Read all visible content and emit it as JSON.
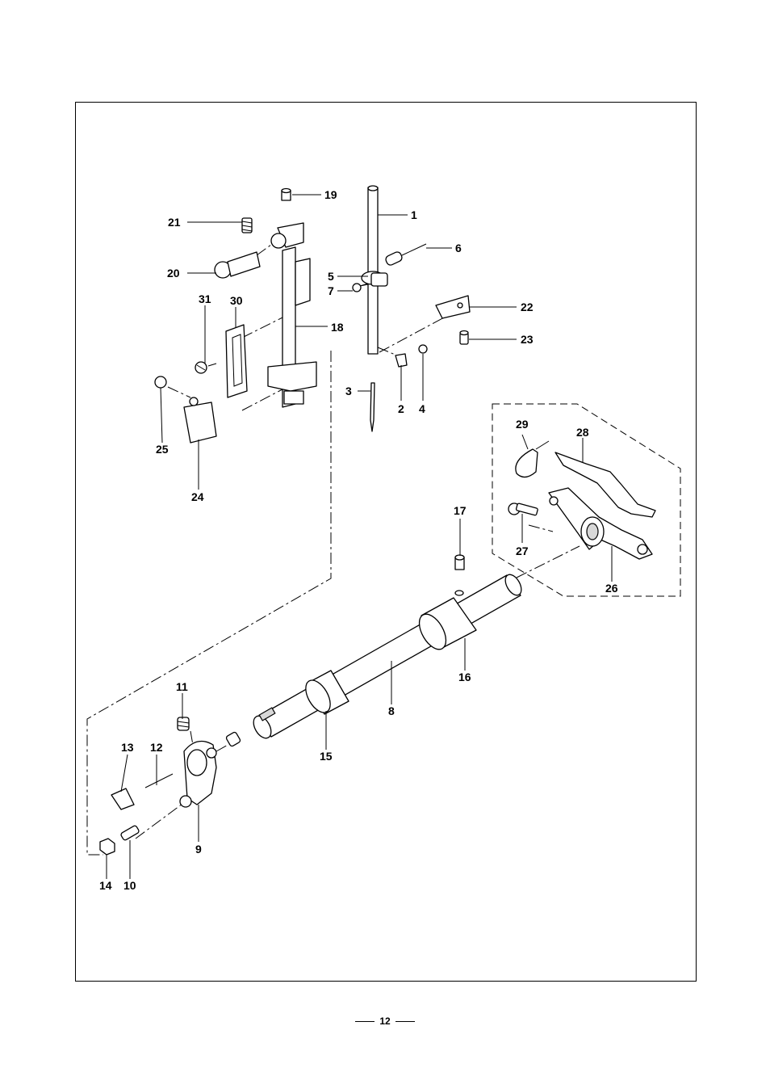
{
  "diagram": {
    "labels": {
      "p1": "1",
      "p2": "2",
      "p3": "3",
      "p4": "4",
      "p5": "5",
      "p6": "6",
      "p7": "7",
      "p8": "8",
      "p9": "9",
      "p10": "10",
      "p11": "11",
      "p12": "12",
      "p13": "13",
      "p14": "14",
      "p15": "15",
      "p16": "16",
      "p17": "17",
      "p18": "18",
      "p19": "19",
      "p20": "20",
      "p21": "21",
      "p22": "22",
      "p23": "23",
      "p24": "24",
      "p25": "25",
      "p26": "26",
      "p27": "27",
      "p28": "28",
      "p29": "29",
      "p30": "30",
      "p31": "31"
    }
  },
  "page": {
    "number": "12"
  }
}
